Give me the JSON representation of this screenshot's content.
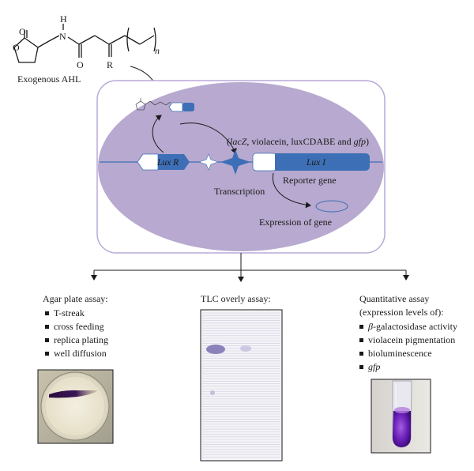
{
  "chem": {
    "atom_o1": "O",
    "atom_o2": "O",
    "atom_h": "H",
    "atom_n": "N",
    "atom_o3": "O",
    "atom_r": "R",
    "subscript_n": "n",
    "caption": "Exogenous AHL"
  },
  "cell": {
    "genes_line": {
      "open": "(",
      "lacz": "lacZ",
      "mid": ", violacein, luxCDABE and ",
      "gfp": "gfp",
      "close": ")"
    },
    "lux_r": "Lux R",
    "lux_i": "Lux I",
    "reporter_gene": "Reporter gene",
    "transcription": "Transcription",
    "expression": "Expression of gene"
  },
  "assays": {
    "agar": {
      "title": "Agar plate assay:",
      "items": [
        "T-streak",
        "cross feeding",
        "replica plating",
        "well diffusion"
      ]
    },
    "tlc": {
      "title": "TLC overly assay:"
    },
    "quant": {
      "title_line1": "Quantitative assay",
      "title_line2": "(expression levels of):",
      "items": [
        {
          "pre": "β",
          "text": "-galactosidase activity",
          "italic": false
        },
        {
          "pre": "",
          "text": "violacein pigmentation",
          "italic": false
        },
        {
          "pre": "",
          "text": "bioluminescence",
          "italic": false
        },
        {
          "pre": "",
          "text": "gfp",
          "italic": true
        }
      ]
    }
  },
  "colors": {
    "ellipse": "#b7a9cf",
    "box_border": "#b8a9d8",
    "gene_blue": "#3d6fb6",
    "violacein": "#3b1470"
  }
}
